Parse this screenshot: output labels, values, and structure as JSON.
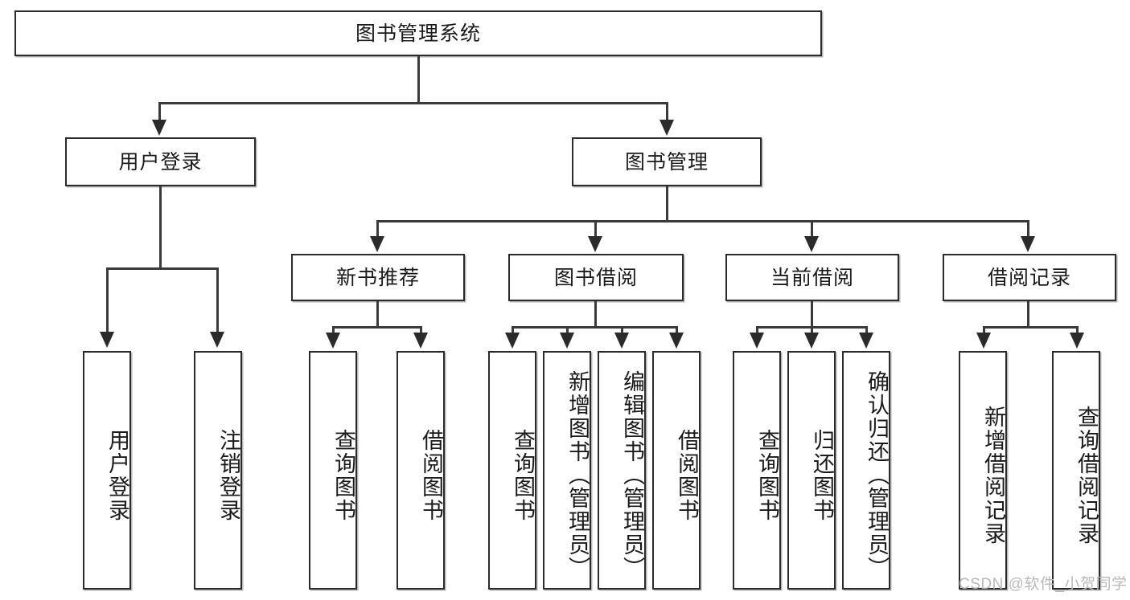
{
  "diagram": {
    "type": "hierarchy-tree",
    "title": "图书管理系统",
    "root": {
      "label": "图书管理系统"
    },
    "level2": [
      {
        "id": "user-login",
        "label": "用户登录"
      },
      {
        "id": "book-manage",
        "label": "图书管理"
      }
    ],
    "level3": [
      {
        "id": "new-book-recommend",
        "label": "新书推荐",
        "parent": "book-manage"
      },
      {
        "id": "book-borrow",
        "label": "图书借阅",
        "parent": "book-manage"
      },
      {
        "id": "current-borrow",
        "label": "当前借阅",
        "parent": "book-manage"
      },
      {
        "id": "borrow-record",
        "label": "借阅记录",
        "parent": "book-manage"
      }
    ],
    "leaves": [
      {
        "id": "leaf-user-login",
        "label": "用户登录",
        "parent": "user-login"
      },
      {
        "id": "leaf-user-logout",
        "label": "注销登录",
        "parent": "user-login"
      },
      {
        "id": "leaf-query-book-1",
        "label": "查询图书",
        "parent": "new-book-recommend"
      },
      {
        "id": "leaf-borrow-book-1",
        "label": "借阅图书",
        "parent": "new-book-recommend"
      },
      {
        "id": "leaf-query-book-2",
        "label": "查询图书",
        "parent": "book-borrow"
      },
      {
        "id": "leaf-add-book",
        "label": "新增图书（管理员）",
        "parent": "book-borrow"
      },
      {
        "id": "leaf-edit-book",
        "label": "编辑图书（管理员）",
        "parent": "book-borrow"
      },
      {
        "id": "leaf-borrow-book-2",
        "label": "借阅图书",
        "parent": "book-borrow"
      },
      {
        "id": "leaf-query-book-3",
        "label": "查询图书",
        "parent": "current-borrow"
      },
      {
        "id": "leaf-return-book",
        "label": "归还图书",
        "parent": "current-borrow"
      },
      {
        "id": "leaf-confirm-return",
        "label": "确认归还（管理员）",
        "parent": "current-borrow"
      },
      {
        "id": "leaf-add-record",
        "label": "新增借阅记录",
        "parent": "borrow-record"
      },
      {
        "id": "leaf-query-record",
        "label": "查询借阅记录",
        "parent": "borrow-record"
      }
    ]
  },
  "watermark": {
    "text": "CSDN @软件_小贺同学"
  },
  "colors": {
    "border": "#2b2b2b",
    "line": "#3a3a3a",
    "text": "#1a1a1a",
    "background": "#ffffff",
    "watermark": "#b9b9b9"
  }
}
